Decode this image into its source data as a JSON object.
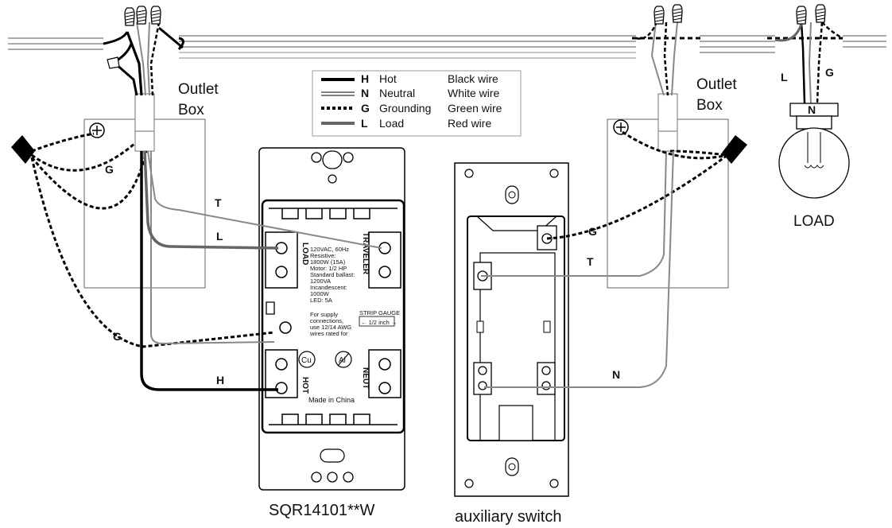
{
  "legend": {
    "rows": [
      {
        "letter": "H",
        "name": "Hot",
        "color": "Black wire",
        "style": "solid-black"
      },
      {
        "letter": "N",
        "name": "Neutral",
        "color": "White wire",
        "style": "double-white"
      },
      {
        "letter": "G",
        "name": "Grounding",
        "color": "Green wire",
        "style": "dashed-ground"
      },
      {
        "letter": "L",
        "name": "Load",
        "color": "Red wire",
        "style": "solid-gray"
      }
    ]
  },
  "left_box_label": [
    "Outlet",
    "Box"
  ],
  "right_box_label": [
    "Outlet",
    "Box"
  ],
  "wire_labels": {
    "left_T": "T",
    "left_L": "L",
    "left_G_top": "G",
    "left_G_bottom": "G",
    "left_H": "H",
    "right_G": "G",
    "right_T": "T",
    "right_N": "N",
    "load_L": "L",
    "load_G": "G",
    "load_N": "N"
  },
  "main_switch": {
    "caption": "SQR14101**W",
    "side_load": "LOAD",
    "side_traveler": "TRAVELER",
    "side_neut": "NEUT",
    "side_hot": "HOT",
    "specs": [
      "120VAC, 60Hz",
      "Resistive:",
      "1800W (15A)",
      "Motor: 1/2 HP",
      "Standard ballast:",
      "1200VA",
      "Incandescent:",
      "1000W",
      "LED: 5A"
    ],
    "supply": [
      "For supply",
      "connections,",
      "use 12/14 AWG",
      "wires rated for"
    ],
    "strip_gauge": "STRIP GAUGE",
    "strip_len": "← 1/2 inch →",
    "cu": "Cu",
    "al": "Al",
    "made_in": "Made in China"
  },
  "aux_switch": {
    "caption": "auxiliary switch"
  },
  "load": {
    "caption": "LOAD"
  },
  "colors": {
    "hot": "#000000",
    "load": "#666666",
    "neutral_outline": "#555555",
    "ground_dash": "#000000",
    "box_line": "#888888"
  }
}
